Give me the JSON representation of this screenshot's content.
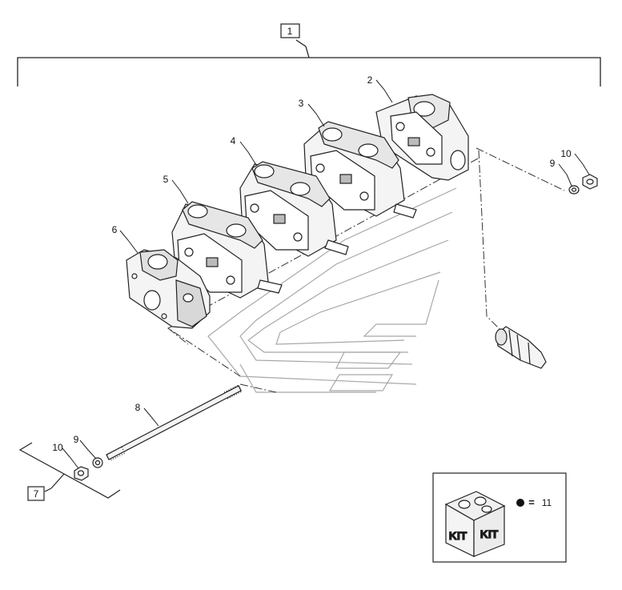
{
  "diagram": {
    "assembly_label": "1",
    "callouts": {
      "c2": "2",
      "c3": "3",
      "c4": "4",
      "c5": "5",
      "c6": "6",
      "c7": "7",
      "c8": "8",
      "c9_right": "9",
      "c10_right": "10",
      "c9_left": "9",
      "c10_left": "10"
    },
    "kit": {
      "box_text_left": "KIT",
      "box_text_right": "KIT",
      "equals": "=",
      "kit_number": "11"
    }
  },
  "colors": {
    "line": "#222222",
    "watermark": "#9a9a9a",
    "body_fill": "#f4f4f4",
    "shade": "#cfcfcf"
  }
}
